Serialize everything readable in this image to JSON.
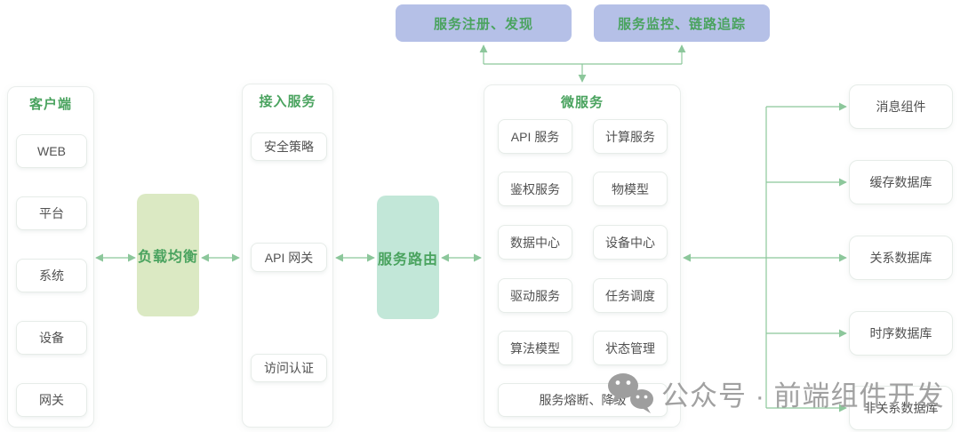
{
  "top_services": {
    "registry": "服务注册、发现",
    "monitor": "服务监控、链路追踪"
  },
  "client_panel": {
    "title": "客户端",
    "items": [
      "WEB",
      "平台",
      "系统",
      "设备",
      "网关"
    ]
  },
  "load_balancer": {
    "label": "负载均衡"
  },
  "access_panel": {
    "title": "接入服务",
    "items": [
      "安全策略",
      "API 网关",
      "访问认证"
    ]
  },
  "service_router": {
    "label": "服务路由"
  },
  "microservices_panel": {
    "title": "微服务",
    "items": [
      "API 服务",
      "计算服务",
      "鉴权服务",
      "物模型",
      "数据中心",
      "设备中心",
      "驱动服务",
      "任务调度",
      "算法模型",
      "状态管理"
    ],
    "footer_item": "服务熔断、降级"
  },
  "data_components": {
    "items": [
      "消息组件",
      "缓存数据库",
      "关系数据库",
      "时序数据库",
      "非关系数据库"
    ]
  },
  "watermark": {
    "text": "公众号 · 前端组件开发",
    "logo": "wechat-icon"
  },
  "colors": {
    "accent_green": "#4aa35f",
    "arrow_green": "#8cc79b",
    "lavender_box": "#b5c0e7",
    "load_balancer_box": "#dbe9c3",
    "service_router_box": "#c2e7d8",
    "item_text": "#515151",
    "watermark_gray": "#a1a1a1"
  }
}
